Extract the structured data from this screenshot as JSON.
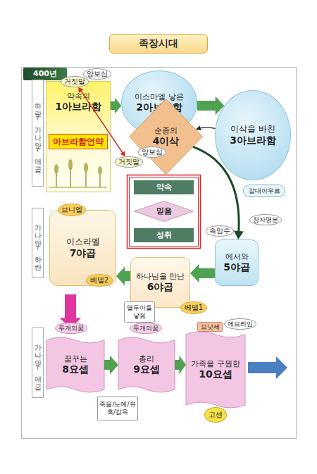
{
  "diagram": {
    "title": "족장시대",
    "nodes": [
      {
        "text": [
          "400년"
        ]
      },
      {
        "text": [
          "하란/가나안/애굽"
        ]
      },
      {
        "text": [
          "약속의",
          "1아브라함"
        ]
      },
      {
        "text": [
          "아브라함언약"
        ],
        "in": 2
      },
      {
        "text": [
          "양보심"
        ]
      },
      {
        "text": [
          "거짓말"
        ]
      },
      {
        "text": [
          "이스마엘 낳은",
          "2아브라함"
        ]
      },
      {
        "text": [
          "이삭을 바친",
          "3아브라함"
        ]
      },
      {
        "text": [
          "순종의",
          "4이삭"
        ]
      },
      {
        "text": [
          "양보심"
        ]
      },
      {
        "text": [
          "거짓말"
        ]
      },
      {
        "text": [
          "약속"
        ]
      },
      {
        "text": [
          "믿음"
        ]
      },
      {
        "text": [
          "성취"
        ]
      },
      {
        "text": [
          "갈대아우르"
        ]
      },
      {
        "text": [
          "장자명분"
        ]
      },
      {
        "text": [
          "속임수"
        ]
      },
      {
        "text": [
          "가나안/하란"
        ]
      },
      {
        "text": [
          "브니엘"
        ]
      },
      {
        "text": [
          "이스라엘",
          "7야곱"
        ]
      },
      {
        "text": [
          "에서와",
          "5야곱"
        ]
      },
      {
        "text": [
          "하나님을 만난",
          "6야곱"
        ]
      },
      {
        "text": [
          "베델2"
        ]
      },
      {
        "text": [
          "베델1"
        ]
      },
      {
        "text": [
          "열두아들 낳음"
        ]
      },
      {
        "text": [
          "가나안/애굽"
        ]
      },
      {
        "text": [
          "두개의꿈"
        ]
      },
      {
        "text": [
          "두개의꿈"
        ]
      },
      {
        "text": [
          "므낫세"
        ]
      },
      {
        "text": [
          "에브라임"
        ]
      },
      {
        "text": [
          "꿈꾸는",
          "8요셉"
        ]
      },
      {
        "text": [
          "총리",
          "9요셉"
        ]
      },
      {
        "text": [
          "가족을 구원한",
          "10요셉"
        ]
      },
      {
        "text": [
          "죽음/노예/유혹/감옥"
        ]
      },
      {
        "text": [
          "고센"
        ]
      }
    ],
    "edges": [
      {
        "from": 2,
        "to": 6,
        "arrow": "to"
      },
      {
        "from": 6,
        "to": 7,
        "arrow": "to"
      },
      {
        "from": 7,
        "to": 8,
        "arrow": "to"
      },
      {
        "from": 8,
        "to": 20,
        "arrow": "to"
      },
      {
        "from": 20,
        "to": 21,
        "arrow": "to"
      },
      {
        "from": 21,
        "to": 19,
        "arrow": "to"
      },
      {
        "from": 19,
        "to": 30,
        "arrow": "to"
      },
      {
        "from": 30,
        "to": 31,
        "arrow": "to"
      },
      {
        "from": 31,
        "to": 32,
        "arrow": "to"
      },
      {
        "from": 5,
        "to": 10,
        "arrow": "both"
      }
    ]
  }
}
